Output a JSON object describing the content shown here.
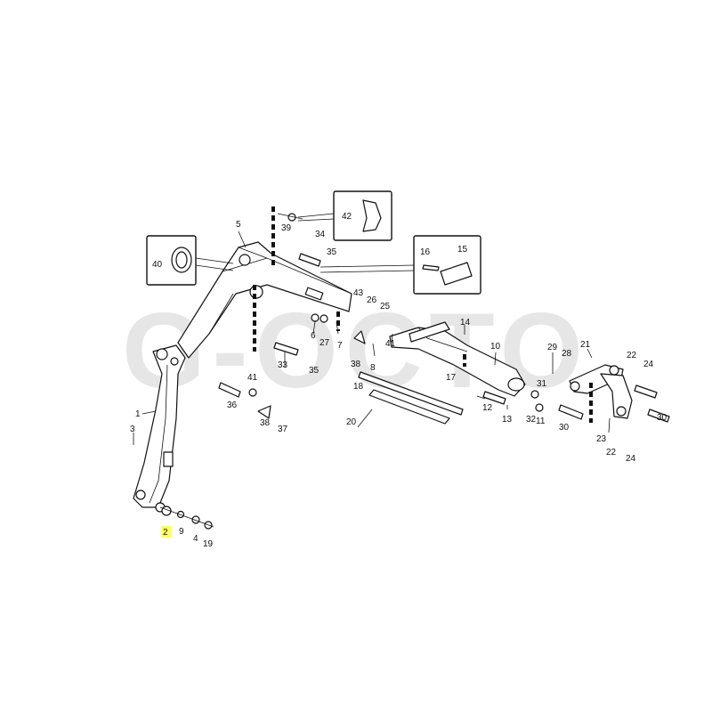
{
  "watermark": "G-OCTO",
  "colors": {
    "highlight": "#ffff66",
    "line": "#111111",
    "watermark": "#e2e2e2"
  },
  "callouts": {
    "c1": "1",
    "c2": "2",
    "c3": "3",
    "c4": "4",
    "c5": "5",
    "c6": "6",
    "c7": "7",
    "c8": "8",
    "c9": "9",
    "c10": "10",
    "c11": "11",
    "c12": "12",
    "c13": "13",
    "c14": "14",
    "c15": "15",
    "c16": "16",
    "c17": "17",
    "c18": "18",
    "c19": "19",
    "c20": "20",
    "c21": "21",
    "c22a": "22",
    "c22b": "22",
    "c23": "23",
    "c24a": "24",
    "c24b": "24",
    "c25": "25",
    "c26": "26",
    "c27": "27",
    "c28": "28",
    "c29": "29",
    "c30a": "30",
    "c30b": "30",
    "c31": "31",
    "c32": "32",
    "c33": "33",
    "c34": "34",
    "c35a": "35",
    "c35b": "35",
    "c36": "36",
    "c37": "37",
    "c38a": "38",
    "c38b": "38",
    "c39": "39",
    "c40": "40",
    "c41a": "41",
    "c41b": "41",
    "c42": "42",
    "c43": "43"
  },
  "highlighted_callout": "2"
}
